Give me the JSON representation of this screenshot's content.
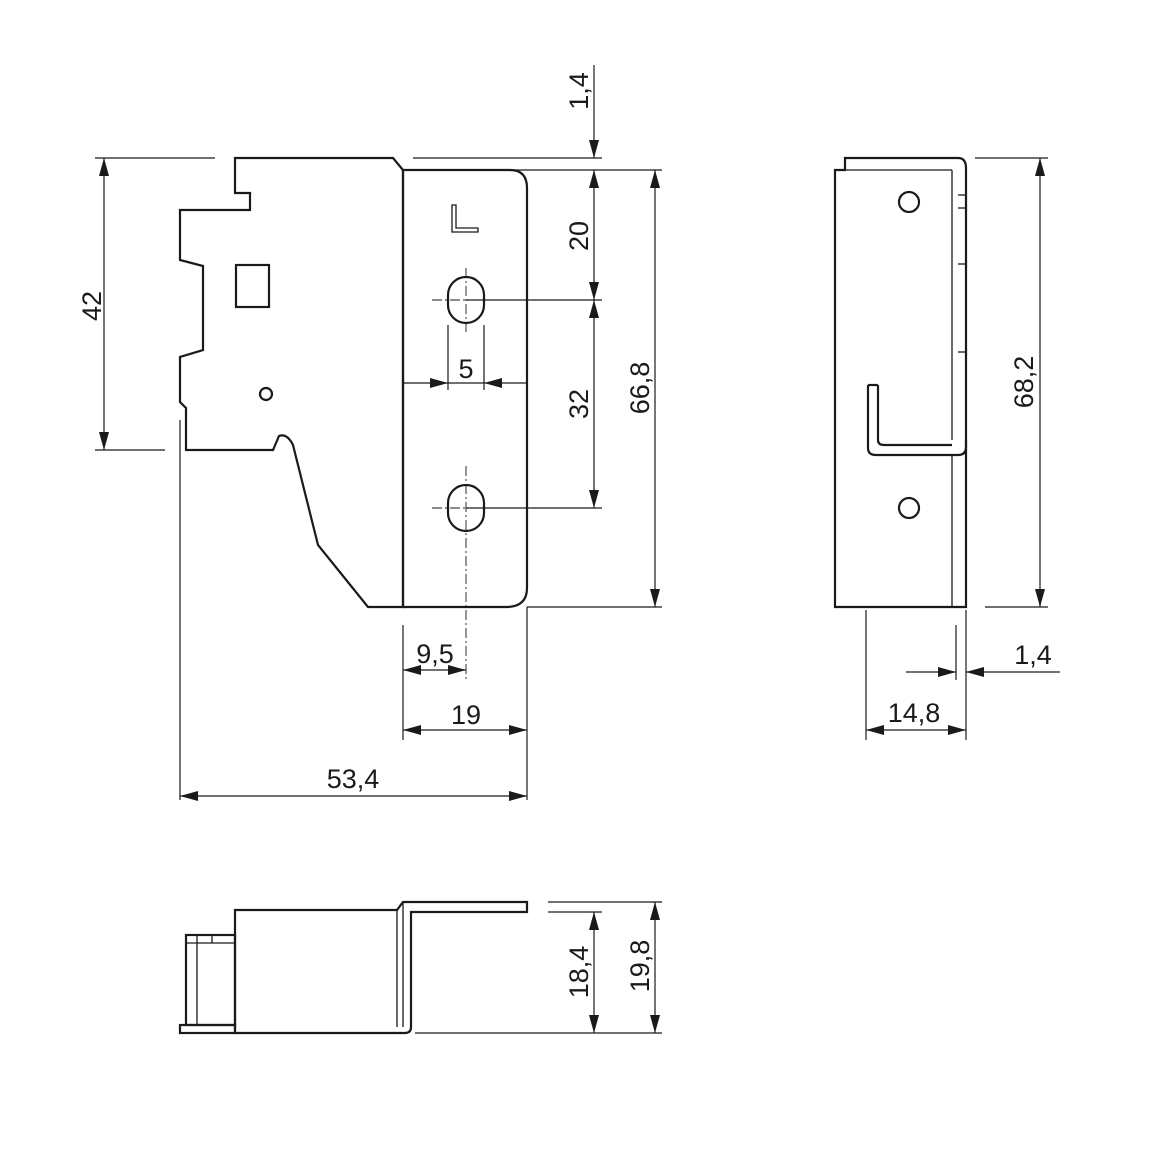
{
  "dimensions": {
    "thickness_top": "1,4",
    "height_left": "42",
    "offset_20": "20",
    "slot_pitch": "32",
    "height_66_8": "66,8",
    "slot_width": "5",
    "slot_offset": "9,5",
    "plate_width": "19",
    "overall_width": "53,4",
    "side_height": "68,2",
    "side_thickness": "1,4",
    "side_depth": "14,8",
    "bottom_height_inner": "18,4",
    "bottom_height_outer": "19,8"
  },
  "marking": "L"
}
